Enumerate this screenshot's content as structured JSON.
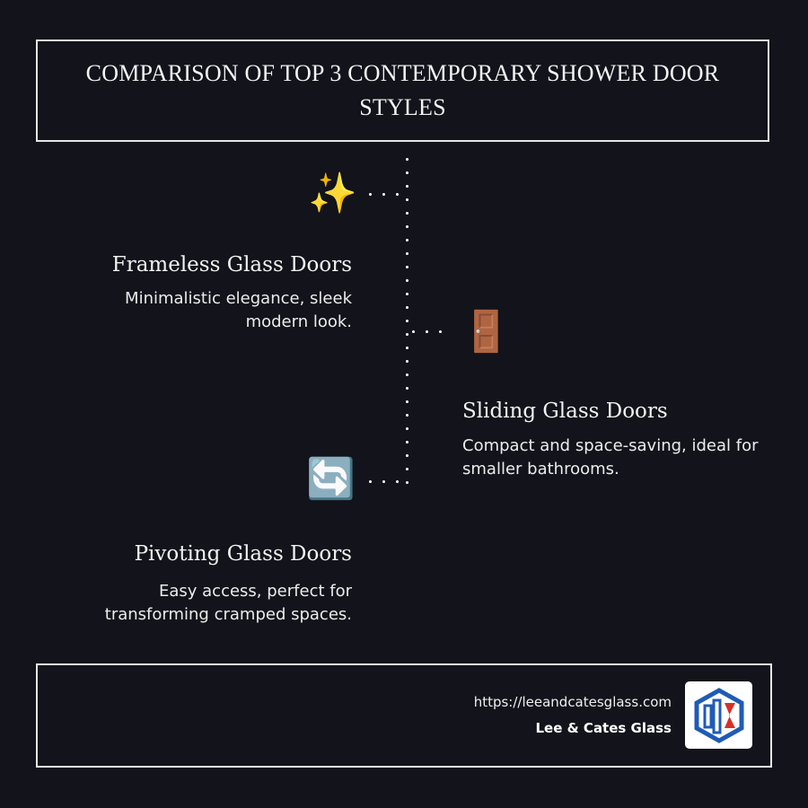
{
  "title": "COMPARISON OF TOP 3 CONTEMPORARY SHOWER DOOR STYLES",
  "items": [
    {
      "icon": "✨",
      "icon_name": "sparkles-icon",
      "heading": "Frameless Glass Doors",
      "description": "Minimalistic elegance, sleek modern look.",
      "side": "left"
    },
    {
      "icon": "🚪",
      "icon_name": "door-icon",
      "heading": "Sliding Glass Doors",
      "description": "Compact and space-saving, ideal for smaller bathrooms.",
      "side": "right"
    },
    {
      "icon": "🔄",
      "icon_name": "counterclockwise-arrows-icon",
      "heading": "Pivoting Glass Doors",
      "description": "Easy access, perfect for transforming cramped spaces.",
      "side": "left"
    }
  ],
  "footer": {
    "url": "https://leeandcatesglass.com",
    "company": "Lee & Cates Glass"
  },
  "colors": {
    "background": "#12131b",
    "border": "#e6e6e6",
    "logo_blue": "#1f5bb5",
    "logo_red": "#d93025"
  }
}
